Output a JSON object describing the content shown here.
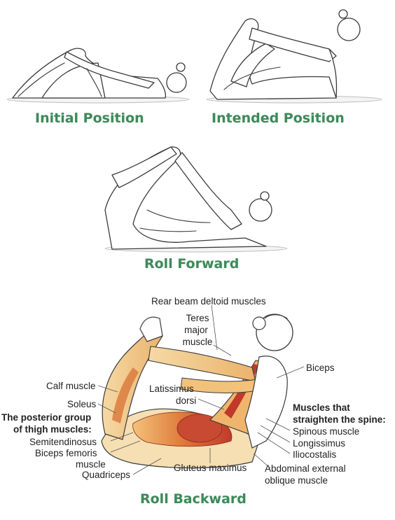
{
  "captions": {
    "initial": "Initial Position",
    "intended": "Intended Position",
    "forward": "Roll Forward",
    "backward": "Roll Backward"
  },
  "labels": {
    "rear_deltoid": "Rear beam deltoid muscles",
    "teres_1": "Teres",
    "teres_2": "major",
    "teres_3": "muscle",
    "biceps": "Biceps",
    "calf": "Calf muscle",
    "latissimus_1": "Latissimus",
    "latissimus_2": "dorsi",
    "soleus": "Soleus",
    "posterior_1": "The posterior group",
    "posterior_2": "of thigh muscles:",
    "semitendinosus": "Semitendinosus",
    "biceps_femoris_1": "Biceps femoris",
    "biceps_femoris_2": "muscle",
    "quadriceps": "Quadriceps",
    "gluteus": "Gluteus maximus",
    "spine_1": "Muscles that",
    "spine_2": "straighten the spine:",
    "spinous": "Spinous muscle",
    "longissimus": "Longissimus",
    "iliocostalis": "Iliocostalis",
    "abdominal_1": "Abdominal external",
    "abdominal_2": "oblique muscle"
  },
  "colors": {
    "caption_green": "#3d8a5a",
    "muscle_red": "#c0392b",
    "muscle_orange": "#e8a04a"
  }
}
